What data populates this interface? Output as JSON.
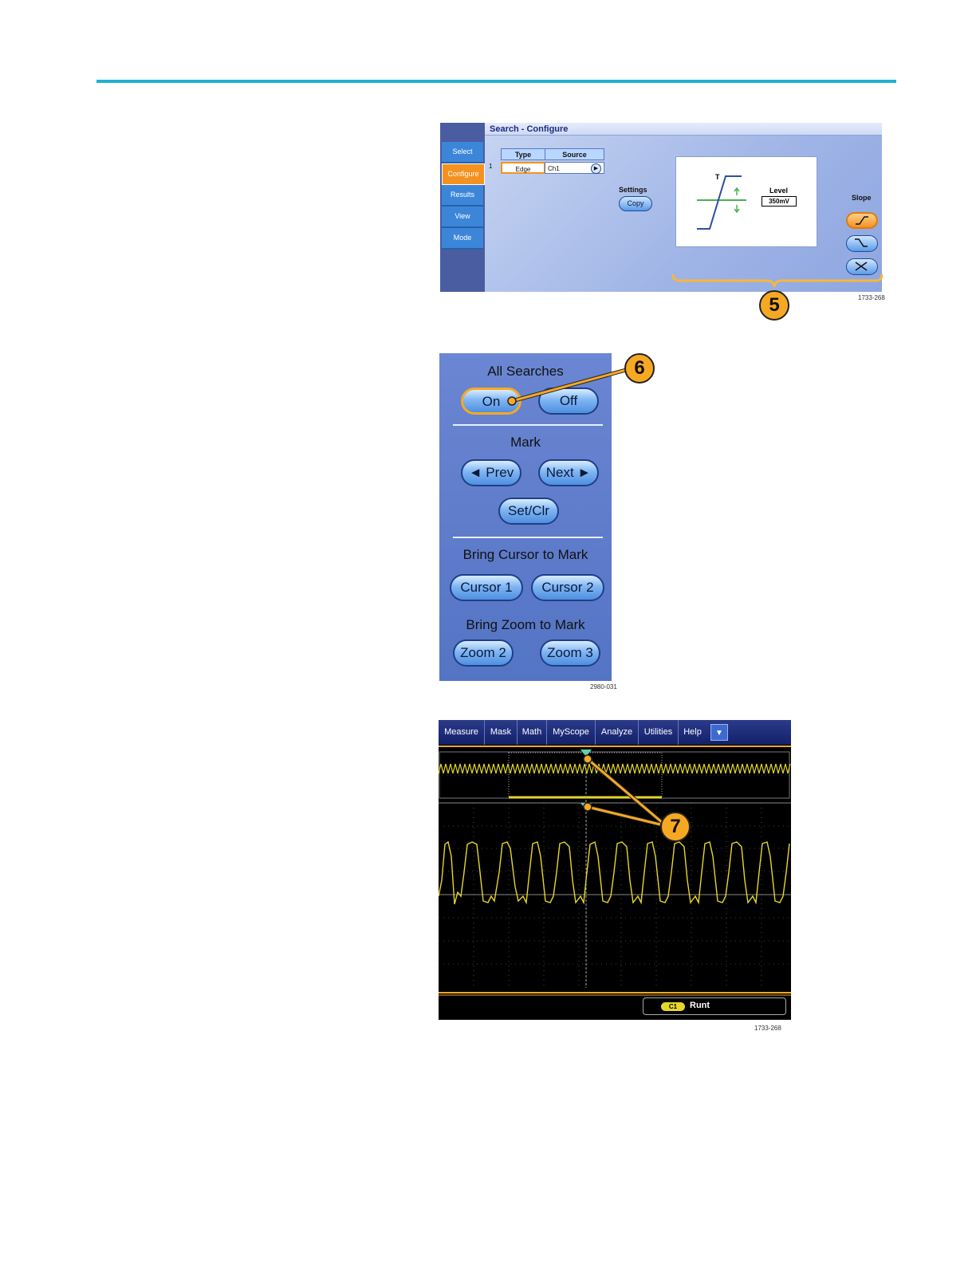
{
  "search_configure": {
    "title": "Search - Configure",
    "tabs": [
      "Select",
      "Configure",
      "Results",
      "View",
      "Mode"
    ],
    "active_tab": "Configure",
    "table": {
      "headers": [
        "Type",
        "Source"
      ],
      "row_number": "1",
      "type_value": "Edge",
      "source_value": "Ch1"
    },
    "settings_label": "Settings",
    "copy_button": "Copy",
    "preview": {
      "t_marker": "T",
      "level_label": "Level",
      "level_value": "350mV"
    },
    "slope_label": "Slope",
    "slope_icons": [
      "rising-slope-icon",
      "falling-slope-icon",
      "either-slope-icon"
    ],
    "callout": "5",
    "figure_code": "1733-268"
  },
  "search_controls": {
    "all_searches_label": "All Searches",
    "on_button": "On",
    "off_button": "Off",
    "mark_label": "Mark",
    "prev_button": "◄ Prev",
    "next_button": "Next ►",
    "setclr_button": "Set/Clr",
    "bring_cursor_label": "Bring Cursor to Mark",
    "cursor1_button": "Cursor 1",
    "cursor2_button": "Cursor 2",
    "bring_zoom_label": "Bring Zoom to Mark",
    "zoom2_button": "Zoom 2",
    "zoom3_button": "Zoom 3",
    "callout": "6",
    "figure_code": "2980-031"
  },
  "scope_display": {
    "menu": [
      "Measure",
      "Mask",
      "Math",
      "MyScope",
      "Analyze",
      "Utilities",
      "Help"
    ],
    "dropdown_glyph": "▼",
    "channel_badge": "C1",
    "search_type": "Runt",
    "callout": "7",
    "figure_code": "1733-268",
    "colors": {
      "trace": "#e5d72a",
      "marker": "#5fd1a8",
      "accent": "#f7a823"
    }
  }
}
